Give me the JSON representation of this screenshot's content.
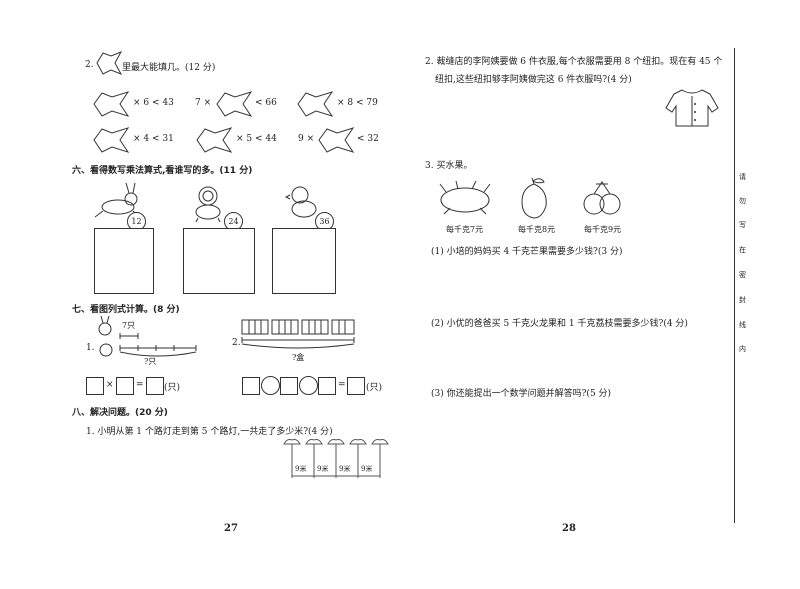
{
  "left": {
    "q2_label": "2.",
    "q2_text": "里最大能填几。(12 分)",
    "ineq": [
      "× 6 < 43",
      "7 ×",
      "< 66",
      "× 8 < 79",
      "× 4 < 31",
      "× 5 < 44",
      "9 ×",
      "< 32"
    ],
    "s6_title": "六、看得数写乘法算式,看谁写的多。(11 分)",
    "s6_nums": [
      "12",
      "24",
      "36"
    ],
    "s7_title": "七、看图列式计算。(8 分)",
    "s7_q1": "1.",
    "s7_q1_top": "7只",
    "s7_q1_bottom": "?只",
    "s7_q2": "2.",
    "s7_q2_bottom": "?盒",
    "mul": "×",
    "eq": "=",
    "unit": "(只)",
    "s8_title": "八、解决问题。(20 分)",
    "s8_q1": "1. 小明从第 1 个路灯走到第 5 个路灯,一共走了多少米?(4 分)",
    "lamp_labels": [
      "9米",
      "9米",
      "9米",
      "9米"
    ],
    "page_num": "27"
  },
  "right": {
    "q2_line1": "2. 裁缝店的李阿姨要做 6 件衣服,每个衣服需要用 8 个纽扣。现在有 45 个",
    "q2_line2": "纽扣,这些纽扣够李阿姨做完这 6 件衣服吗?(4 分)",
    "q3_title": "3. 买水果。",
    "fruit_prices": [
      "每千克7元",
      "每千克8元",
      "每千克9元"
    ],
    "q3_sub1": "(1) 小培的妈妈买 4 千克芒果需要多少钱?(3 分)",
    "q3_sub2": "(2) 小优的爸爸买 5 千克火龙果和 1 千克荔枝需要多少钱?(4 分)",
    "q3_sub3": "(3) 你还能提出一个数学问题并解答吗?(5 分)",
    "page_num": "28"
  },
  "side_chars": [
    "请",
    "勿",
    "写",
    "在",
    "密",
    "封",
    "线",
    "内"
  ]
}
